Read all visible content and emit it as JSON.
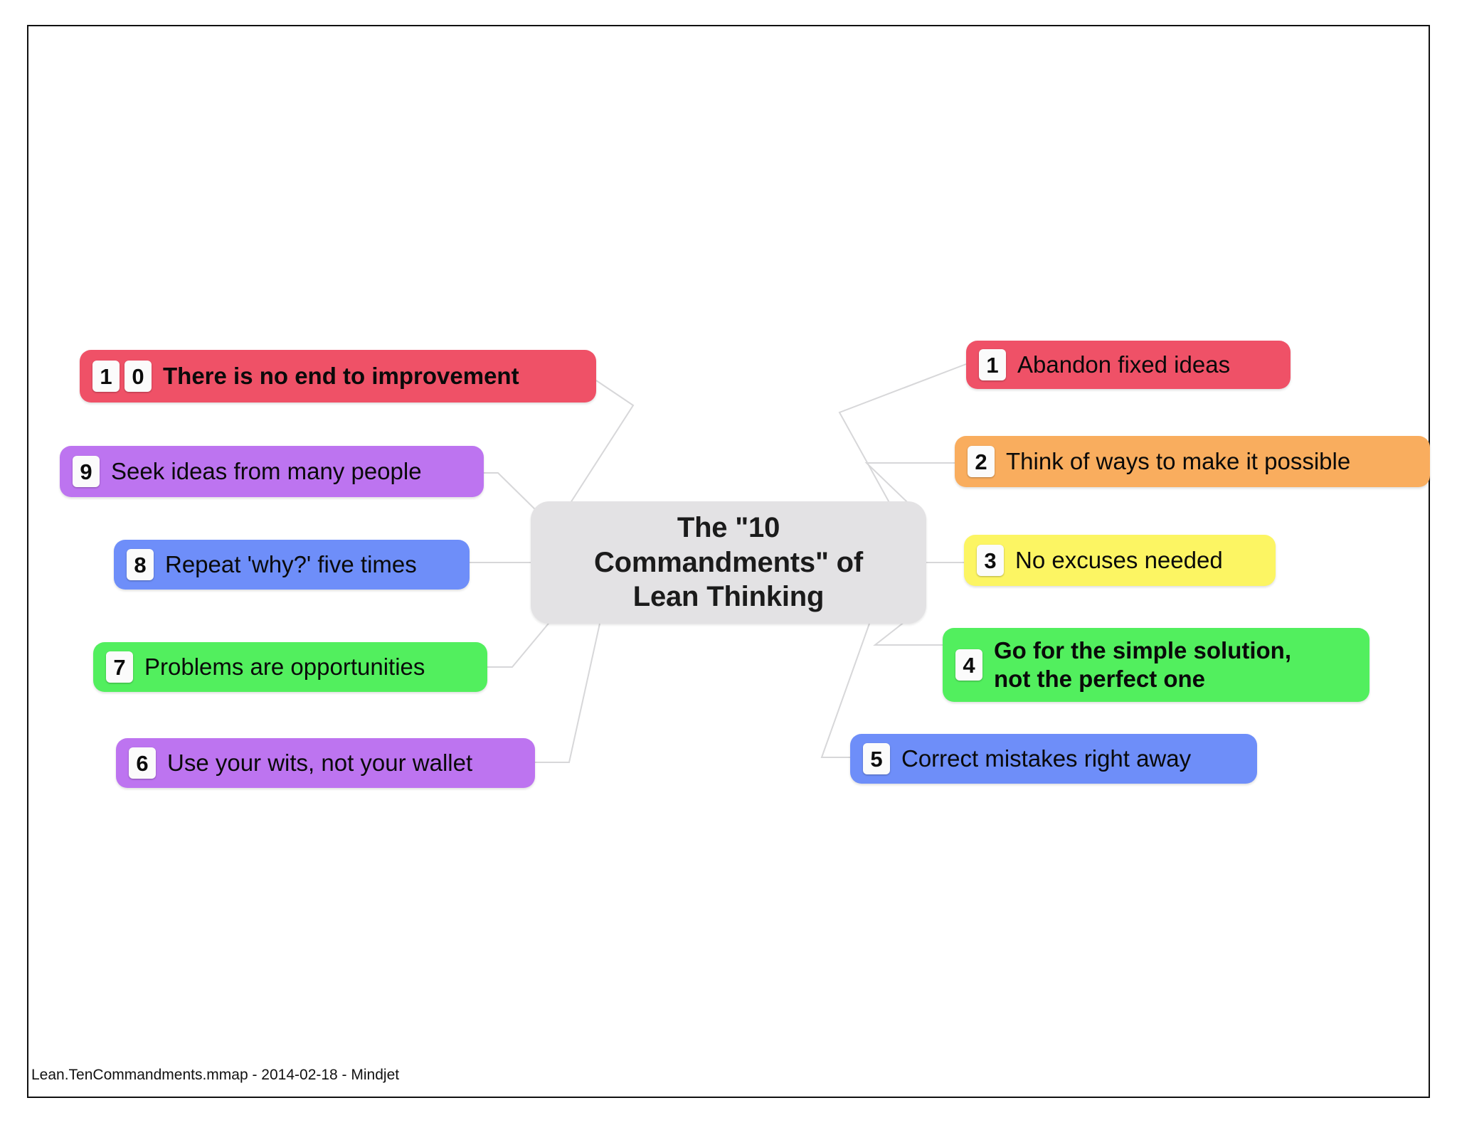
{
  "document": {
    "footer": "Lean.TenCommandments.mmap  -  2014-02-18  -  Mindjet"
  },
  "mindmap": {
    "center": {
      "title": "The \"10\"\nCommandments\" of\nLean Thinking",
      "title_display": "The \"10\nCommandments\" of\nLean Thinking",
      "color": "#e3e2e4"
    },
    "connector_color": "#d7d7d9",
    "branches": [
      {
        "number": "1",
        "badges": [
          "1"
        ],
        "label": "Abandon fixed ideas",
        "color": "#ef5167",
        "bold": false,
        "side": "right"
      },
      {
        "number": "2",
        "badges": [
          "2"
        ],
        "label": "Think of ways to make it possible",
        "color": "#f9ad5e",
        "bold": false,
        "side": "right"
      },
      {
        "number": "3",
        "badges": [
          "3"
        ],
        "label": "No excuses needed",
        "color": "#fcf563",
        "bold": false,
        "side": "right"
      },
      {
        "number": "4",
        "badges": [
          "4"
        ],
        "label": "Go for the simple solution,\nnot the perfect one",
        "color": "#52ef5e",
        "bold": true,
        "side": "right"
      },
      {
        "number": "5",
        "badges": [
          "5"
        ],
        "label": "Correct mistakes right away",
        "color": "#6e8ef9",
        "bold": false,
        "side": "right"
      },
      {
        "number": "6",
        "badges": [
          "6"
        ],
        "label": "Use your wits, not your wallet",
        "color": "#bd74f0",
        "bold": false,
        "side": "left"
      },
      {
        "number": "7",
        "badges": [
          "7"
        ],
        "label": "Problems are opportunities",
        "color": "#52ef5e",
        "bold": false,
        "side": "left"
      },
      {
        "number": "8",
        "badges": [
          "8"
        ],
        "label": "Repeat 'why?' five times",
        "color": "#6e8ef9",
        "bold": false,
        "side": "left"
      },
      {
        "number": "9",
        "badges": [
          "9"
        ],
        "label": "Seek ideas from many people",
        "color": "#bd74f0",
        "bold": false,
        "side": "left"
      },
      {
        "number": "10",
        "badges": [
          "1",
          "0"
        ],
        "label": "There is no end to improvement",
        "color": "#ef5167",
        "bold": true,
        "side": "left"
      }
    ]
  }
}
